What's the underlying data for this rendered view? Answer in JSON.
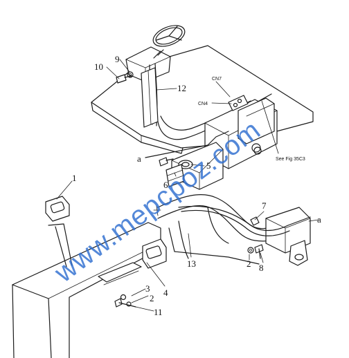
{
  "callouts": {
    "c1": "1",
    "c2a": "2",
    "c2b": "2",
    "c3": "3",
    "c4": "4",
    "c5": "5",
    "c6": "6",
    "c7": "7",
    "c8": "8",
    "c9": "9",
    "c10": "10",
    "c11": "11",
    "c12": "12",
    "c13": "13",
    "a_top": "a",
    "a_right": "a"
  },
  "connectors": {
    "cn7": "CN7",
    "cn4": "CN4"
  },
  "see_ref": "See Fig 35C3",
  "watermark": "www.mepcpoz.com",
  "colors": {
    "line": "#1a1a1a",
    "watermark": "#2f6fd0",
    "background": "#ffffff"
  }
}
